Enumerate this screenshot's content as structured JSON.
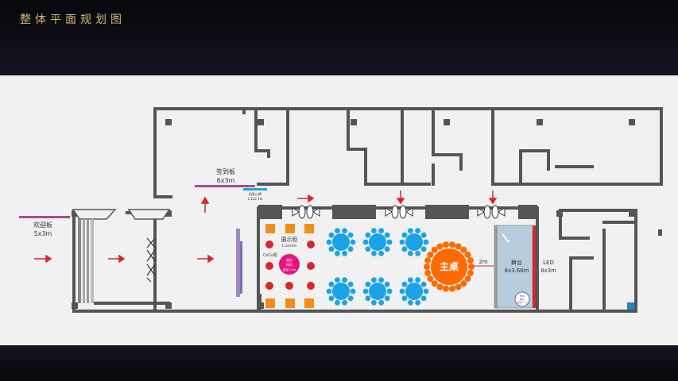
{
  "header": {
    "title": "整体平面规划图"
  },
  "labels": {
    "welcome_board": "欢迎板",
    "welcome_size": "5x3m",
    "sign_board": "签到板",
    "sign_size": "6x3m",
    "small_sign": "机贴小牌",
    "small_sign_size": "2.2x2.1m",
    "display_cabinet": "展示柜",
    "display_size": "1.2x0.8m",
    "cocola": "CoCo柜",
    "pink_booth": "展台",
    "pink_booth_sub": "样机",
    "pink_booth_size": "直径1.2m",
    "main_table": "主桌",
    "distance": "2m",
    "stage": "舞台",
    "stage_size": "8x3.66m",
    "led": "LED",
    "led_size": "8x3m",
    "booth_small": "样机",
    "booth_small_sub": "展台",
    "booth_small_size": "直径1.2m"
  },
  "colors": {
    "wall": "#555555",
    "accent_red": "#d9262b",
    "round_table": "#1aa3e8",
    "main_table": "#ff6a00",
    "pink": "#e5137f",
    "orange_square": "#f28c1b",
    "board_purple": "#a1508c",
    "stage_fill": "#b7ccdc",
    "title_gold": "#d9b676"
  }
}
